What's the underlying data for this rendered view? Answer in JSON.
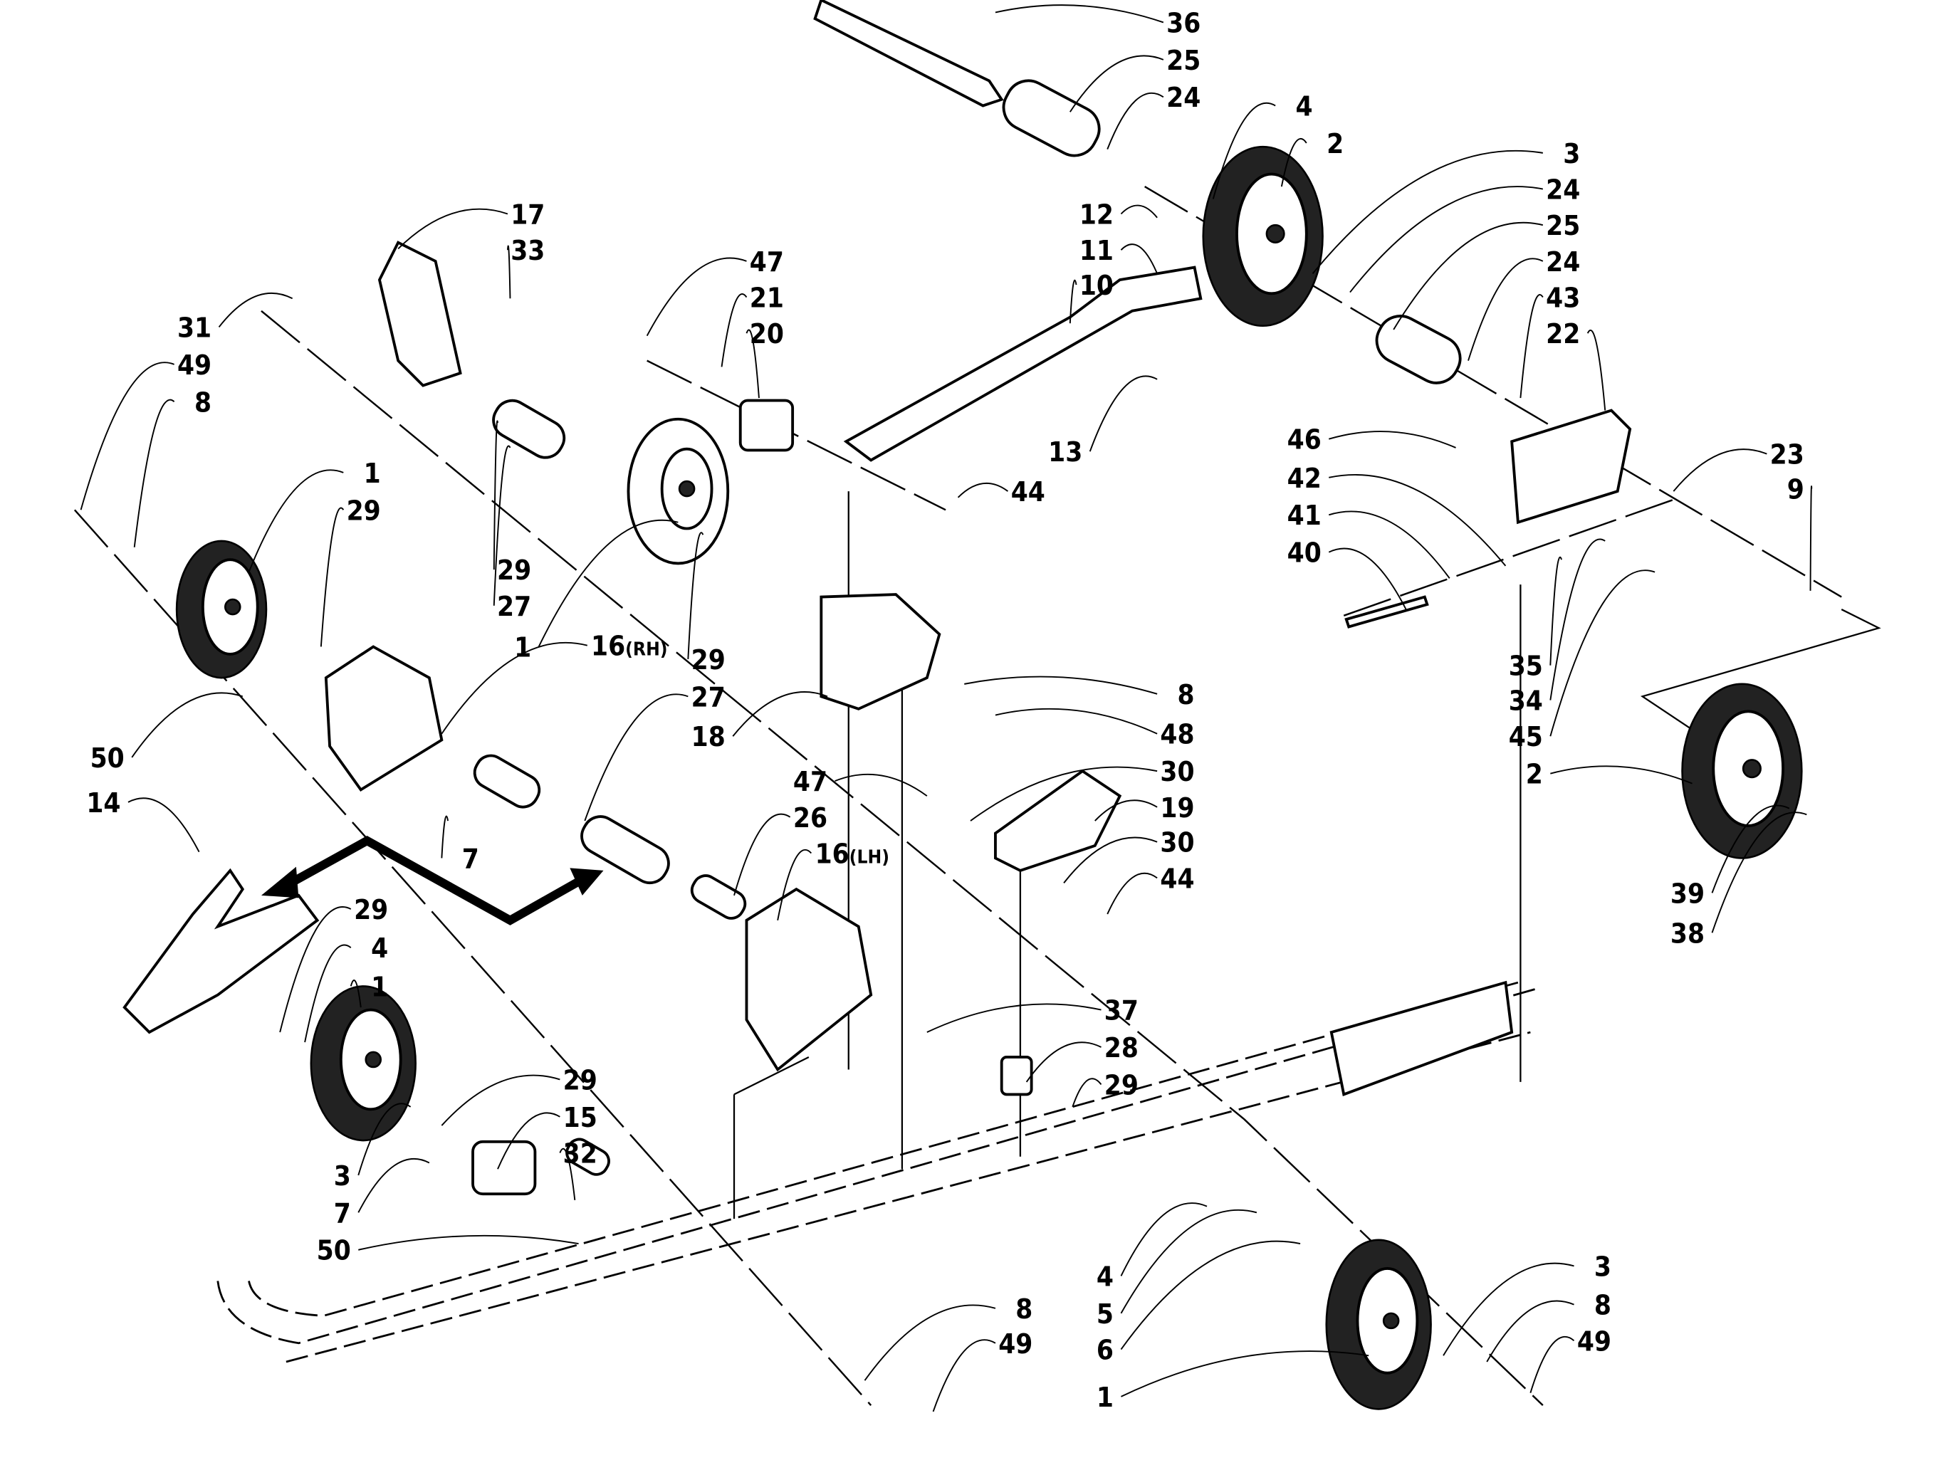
{
  "diagram": {
    "type": "exploded-parts-diagram",
    "callouts": [
      "36",
      "25",
      "24",
      "4",
      "2",
      "3",
      "24",
      "25",
      "24",
      "43",
      "22",
      "12",
      "11",
      "10",
      "13",
      "44",
      "47",
      "21",
      "20",
      "17",
      "33",
      "31",
      "49",
      "8",
      "1",
      "29",
      "29",
      "27",
      "1",
      "29",
      "27",
      "18",
      "8",
      "48",
      "47",
      "30",
      "19",
      "30",
      "44",
      "26",
      "16",
      "16",
      "50",
      "7",
      "14",
      "29",
      "4",
      "1",
      "29",
      "15",
      "32",
      "3",
      "7",
      "50",
      "37",
      "28",
      "29",
      "4",
      "5",
      "6",
      "1",
      "3",
      "8",
      "49",
      "8",
      "49",
      "46",
      "42",
      "41",
      "40",
      "23",
      "9",
      "35",
      "34",
      "45",
      "2",
      "39",
      "38"
    ],
    "side_markers": {
      "rh": "(RH)",
      "lh": "(LH)"
    }
  }
}
